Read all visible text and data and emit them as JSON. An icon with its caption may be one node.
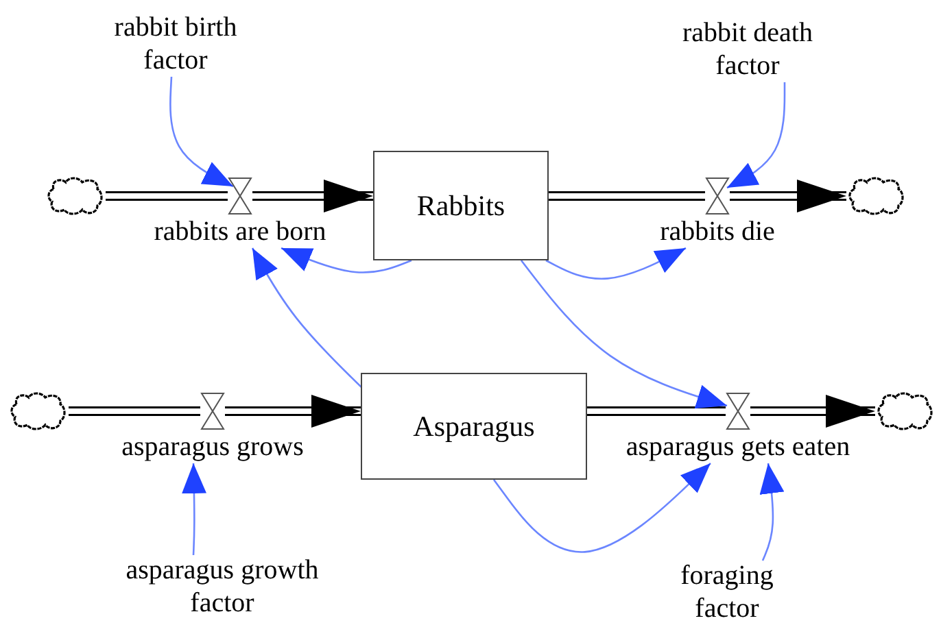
{
  "diagram": {
    "nodes": [
      {
        "text": [],
        "shape": "cloud"
      },
      {
        "text": [
          "rabbits are born"
        ]
      },
      {
        "text": [
          "Rabbits"
        ]
      },
      {
        "text": [
          "rabbits die"
        ]
      },
      {
        "text": [],
        "shape": "cloud"
      },
      {
        "text": [],
        "shape": "cloud"
      },
      {
        "text": [
          "asparagus grows"
        ]
      },
      {
        "text": [
          "Asparagus"
        ]
      },
      {
        "text": [
          "asparagus gets eaten"
        ]
      },
      {
        "text": [],
        "shape": "cloud"
      },
      {
        "text": [
          "rabbit birth factor"
        ]
      },
      {
        "text": [
          "rabbit death factor"
        ]
      },
      {
        "text": [
          "asparagus growth factor"
        ]
      },
      {
        "text": [
          "foraging factor"
        ]
      }
    ],
    "edges": [
      {
        "from": 0,
        "to": 1,
        "arrow": "none",
        "style": "thick",
        "color": "#000000"
      },
      {
        "from": 1,
        "to": 2,
        "arrow": "to",
        "style": "thick",
        "color": "#000000"
      },
      {
        "from": 2,
        "to": 3,
        "arrow": "none",
        "style": "thick",
        "color": "#000000"
      },
      {
        "from": 3,
        "to": 4,
        "arrow": "to",
        "style": "thick",
        "color": "#000000"
      },
      {
        "from": 5,
        "to": 6,
        "arrow": "none",
        "style": "thick",
        "color": "#000000"
      },
      {
        "from": 6,
        "to": 7,
        "arrow": "to",
        "style": "thick",
        "color": "#000000"
      },
      {
        "from": 7,
        "to": 8,
        "arrow": "none",
        "style": "thick",
        "color": "#000000"
      },
      {
        "from": 8,
        "to": 9,
        "arrow": "to",
        "style": "thick",
        "color": "#000000"
      },
      {
        "from": 10,
        "to": 1,
        "arrow": "to"
      },
      {
        "from": 2,
        "to": 1,
        "arrow": "to"
      },
      {
        "from": 7,
        "to": 1,
        "arrow": "to"
      },
      {
        "from": 11,
        "to": 3,
        "arrow": "to"
      },
      {
        "from": 2,
        "to": 3,
        "arrow": "to"
      },
      {
        "from": 2,
        "to": 8,
        "arrow": "to"
      },
      {
        "from": 12,
        "to": 6,
        "arrow": "to"
      },
      {
        "from": 7,
        "to": 8,
        "arrow": "to"
      },
      {
        "from": 13,
        "to": 8,
        "arrow": "to"
      }
    ]
  }
}
